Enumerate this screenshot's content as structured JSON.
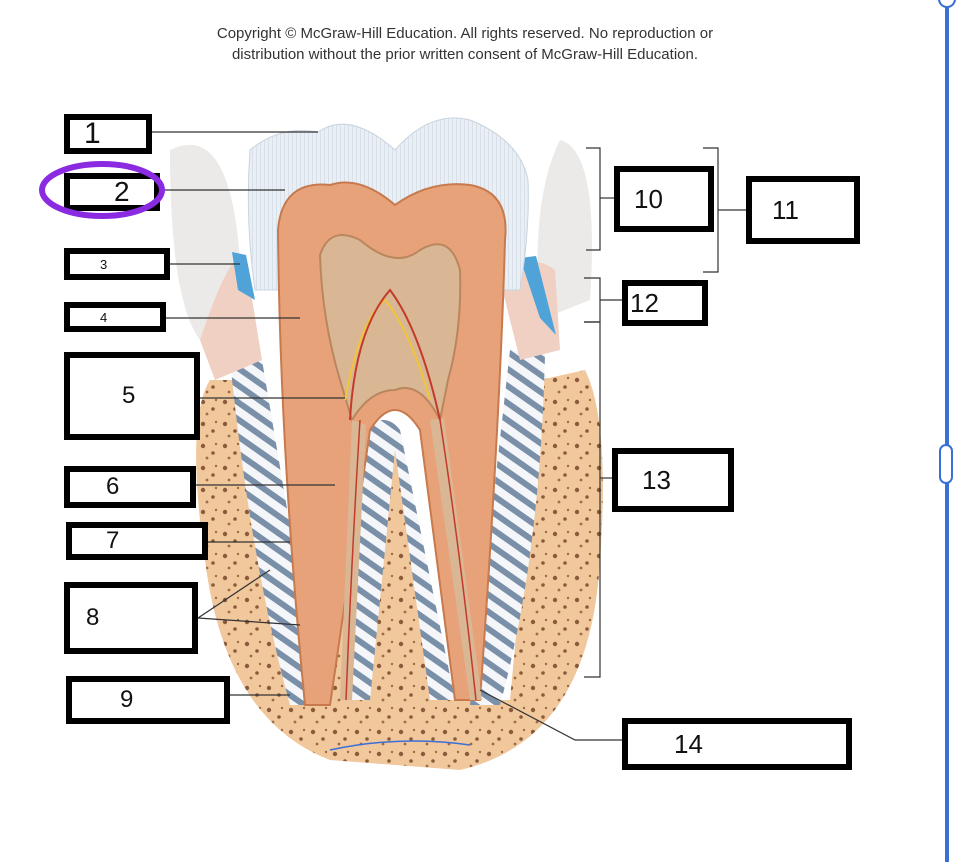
{
  "copyright": {
    "line1": "Copyright © McGraw-Hill Education.  All rights reserved. No reproduction or",
    "line2": "distribution without the prior written consent of McGraw-Hill Education."
  },
  "labels": [
    "1",
    "2",
    "3",
    "4",
    "5",
    "6",
    "7",
    "8",
    "9",
    "10",
    "11",
    "12",
    "13",
    "14"
  ],
  "colors": {
    "enamel": "#e8eef3",
    "dentin": "#e79d6e",
    "pulp": "#d8b491",
    "bone": "#f0c9a0",
    "gum": "#f2ccc0",
    "highlight_circle": "#8a2be2",
    "accent_blue": "#3a6fd8"
  }
}
